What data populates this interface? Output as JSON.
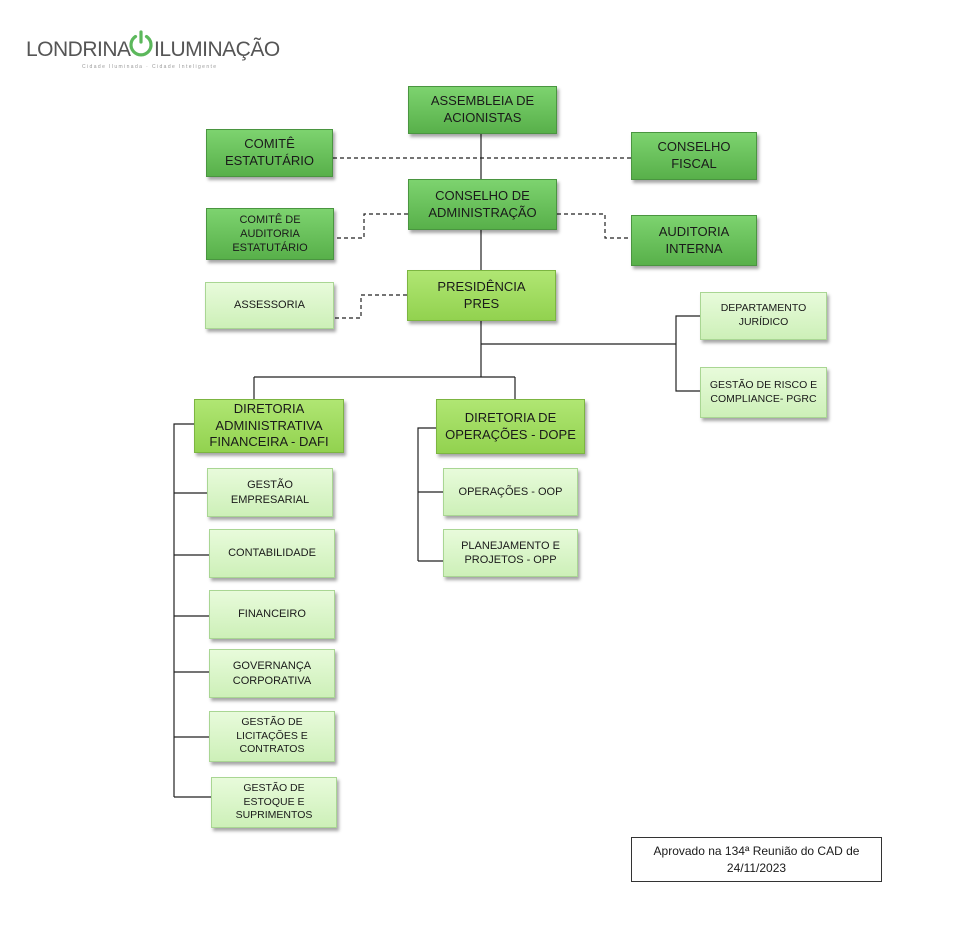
{
  "logo": {
    "left_text": "LONDRINA",
    "right_text": "ILUMINAÇÃO",
    "tagline": "Cidade Iluminada · Cidade Inteligente",
    "accent": "#5cb85c"
  },
  "nodes": {
    "assembleia": "ASSEMBLEIA DE\nACIONISTAS",
    "comite_estatutario": "COMITÊ\nESTATUTÁRIO",
    "conselho_fiscal": "CONSELHO\nFISCAL",
    "conselho_adm": "CONSELHO DE\nADMINISTRAÇÃO",
    "comite_auditoria": "COMITÊ DE\nAUDITORIA\nESTATUTÁRIO",
    "auditoria_interna": "AUDITORIA\nINTERNA",
    "presidencia": "PRESIDÊNCIA\nPRES",
    "assessoria": "ASSESSORIA",
    "juridico": "DEPARTAMENTO\nJURÍDICO",
    "pgrc": "GESTÃO  DE RISCO E\nCOMPLIANCE-  PGRC",
    "dafi": "DIRETORIA\nADMINISTRATIVA\nFINANCEIRA - DAFI",
    "dope": "DIRETORIA DE\nOPERAÇÕES - DOPE",
    "gestao_empresarial": "GESTÃO\nEMPRESARIAL",
    "contabilidade": "CONTABILIDADE",
    "financeiro": "FINANCEIRO",
    "governanca": "GOVERNANÇA\nCORPORATIVA",
    "licitacoes": "GESTÃO  DE\nLICITAÇÕES E\nCONTRATOS",
    "estoque": "GESTÃO  DE\nESTOQUE  E\nSUPRIMENTOS",
    "oop": "OPERAÇÕES - OOP",
    "opp": "PLANEJAMENTO E\nPROJETOS - OPP"
  },
  "approval": {
    "line1": "Aprovado na 134ª Reunião do CAD de",
    "line2": "24/11/2023"
  },
  "colors": {
    "dark_green": "#63bd55",
    "mid_green": "#9ed95a",
    "light_green": "#d9f5c7",
    "line": "#222222"
  }
}
